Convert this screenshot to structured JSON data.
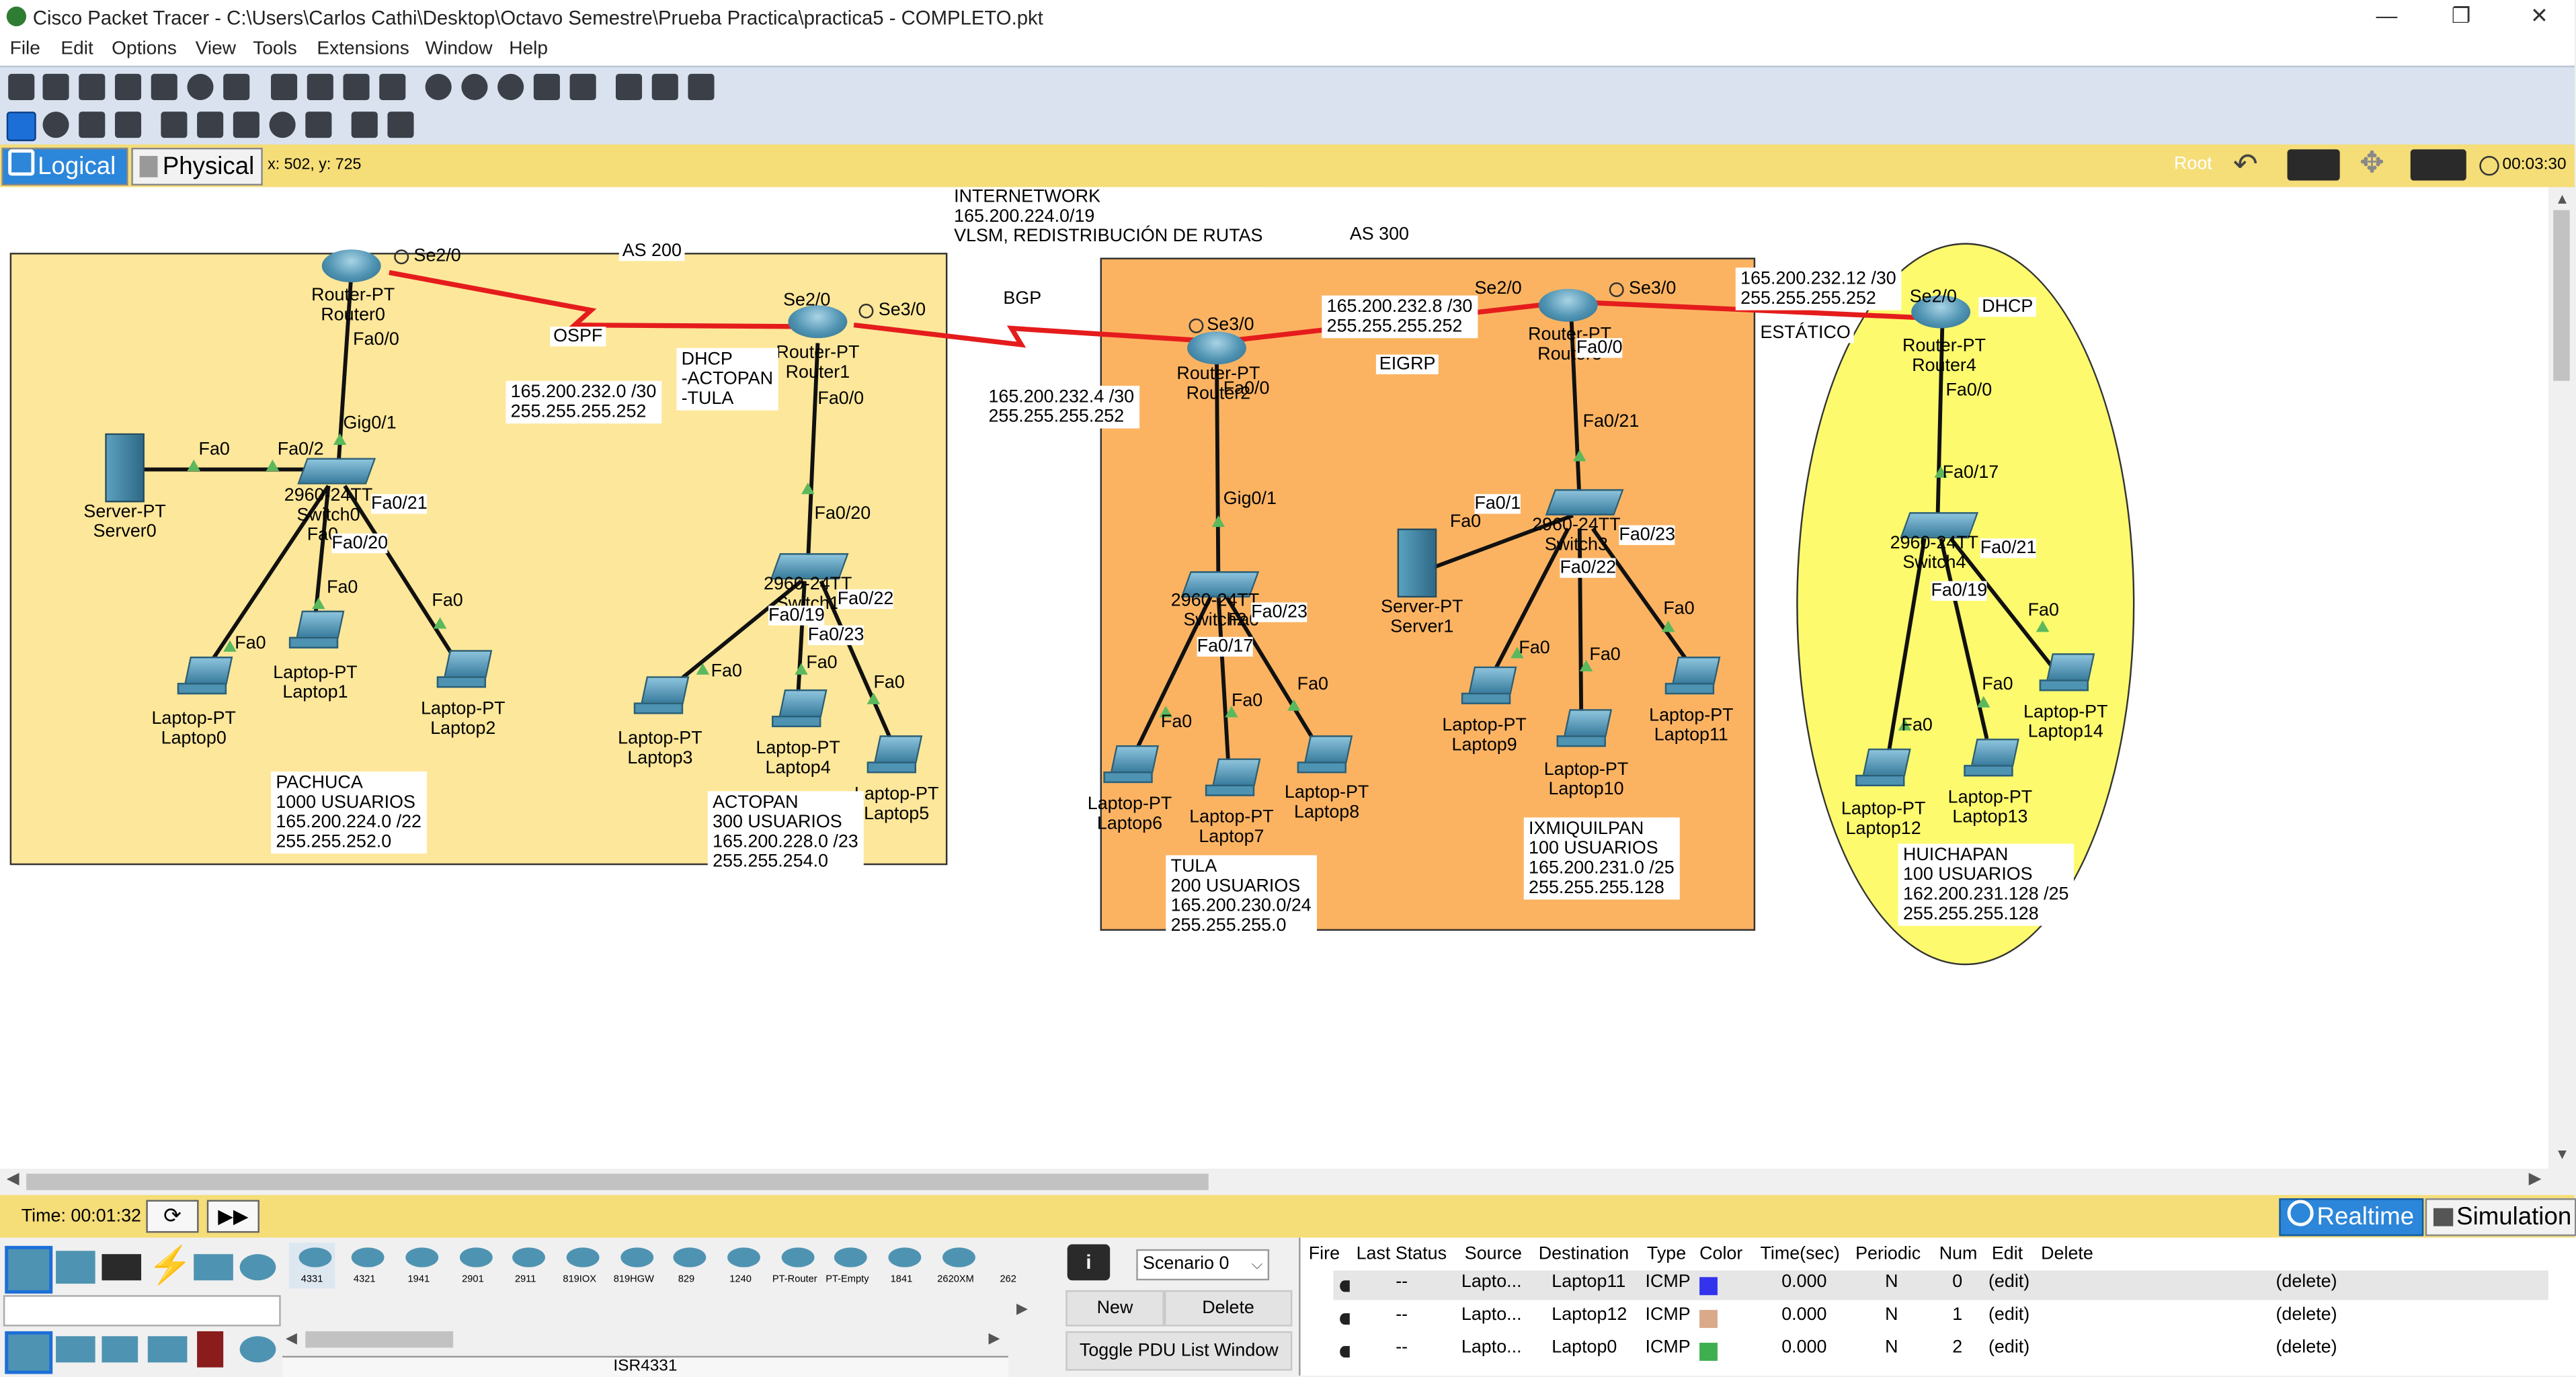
{
  "window": {
    "title": "Cisco Packet Tracer - C:\\Users\\Carlos Cathi\\Desktop\\Octavo Semestre\\Prueba Practica\\practica5 - COMPLETO.pkt",
    "minimize": "—",
    "restore": "❐",
    "close": "✕"
  },
  "menu": [
    "File",
    "Edit",
    "Options",
    "View",
    "Tools",
    "Extensions",
    "Window",
    "Help"
  ],
  "mode": {
    "logical": "Logical",
    "physical": "Physical",
    "coords": "x: 502, y: 725",
    "root": "Root",
    "clock": "00:03:30"
  },
  "areas": [
    {
      "name": "area-pachuca",
      "color": "#fde79a"
    },
    {
      "name": "area-as300",
      "color": "#fbb362"
    },
    {
      "name": "area-huichapan",
      "color": "#fdfa6e"
    }
  ],
  "notes": {
    "as200": "AS 200",
    "as300": "AS 300",
    "ospf": "OSPF",
    "bgp": "BGP",
    "eigrp": "EIGRP",
    "estatico": "ESTÁTICO",
    "dhcp_r4": "DHCP",
    "internetwork": [
      "INTERNETWORK",
      "165.200.224.0/19",
      "VLSM, REDISTRIBUCIÓN DE RUTAS"
    ],
    "dhcp_list": [
      "DHCP",
      "-ACTOPAN",
      "-TULA"
    ],
    "net_r0r1": [
      "165.200.232.0 /30",
      "255.255.255.252"
    ],
    "net_r1r2": [
      "165.200.232.4 /30",
      "255.255.255.252"
    ],
    "net_r2r3": [
      "165.200.232.8 /30",
      "255.255.255.252"
    ],
    "net_r3r4": [
      "165.200.232.12 /30",
      "255.255.255.252"
    ],
    "pachuca": [
      "PACHUCA",
      "1000 USUARIOS",
      "165.200.224.0 /22",
      "255.255.252.0"
    ],
    "actopan": [
      "ACTOPAN",
      "300 USUARIOS",
      "165.200.228.0 /23",
      "255.255.254.0"
    ],
    "tula": [
      "TULA",
      "200 USUARIOS",
      "165.200.230.0/24",
      "255.255.255.0"
    ],
    "ixmiquilpan": [
      "IXMIQUILPAN",
      "100 USUARIOS",
      "165.200.231.0 /25",
      "255.255.255.128"
    ],
    "huichapan": [
      "HUICHAPAN",
      "100 USUARIOS",
      "162.200.231.128 /25",
      "255.255.255.128"
    ]
  },
  "devices": {
    "router0": [
      "Router-PT",
      "Router0"
    ],
    "router1": [
      "Router-PT",
      "Router1"
    ],
    "router2": [
      "Router-PT",
      "Router2"
    ],
    "router3": [
      "Router-PT",
      "Router3"
    ],
    "router4": [
      "Router-PT",
      "Router4"
    ],
    "switch0": [
      "2960-24TT",
      "Switch0"
    ],
    "switch1": [
      "2960-24TT",
      "Switch1"
    ],
    "switch2": [
      "2960-24TT",
      "Switch2"
    ],
    "switch3": [
      "2960-24TT",
      "Switch3"
    ],
    "switch4": [
      "2960-24TT",
      "Switch4"
    ],
    "server0": [
      "Server-PT",
      "Server0"
    ],
    "server1": [
      "Server-PT",
      "Server1"
    ],
    "laptop0": [
      "Laptop-PT",
      "Laptop0"
    ],
    "laptop1": [
      "Laptop-PT",
      "Laptop1"
    ],
    "laptop2": [
      "Laptop-PT",
      "Laptop2"
    ],
    "laptop3": [
      "Laptop-PT",
      "Laptop3"
    ],
    "laptop4": [
      "Laptop-PT",
      "Laptop4"
    ],
    "laptop5": [
      "Laptop-PT",
      "Laptop5"
    ],
    "laptop6": [
      "Laptop-PT",
      "Laptop6"
    ],
    "laptop7": [
      "Laptop-PT",
      "Laptop7"
    ],
    "laptop8": [
      "Laptop-PT",
      "Laptop8"
    ],
    "laptop9": [
      "Laptop-PT",
      "Laptop9"
    ],
    "laptop10": [
      "Laptop-PT",
      "Laptop10"
    ],
    "laptop11": [
      "Laptop-PT",
      "Laptop11"
    ],
    "laptop12": [
      "Laptop-PT",
      "Laptop12"
    ],
    "laptop13": [
      "Laptop-PT",
      "Laptop13"
    ],
    "laptop14": [
      "Laptop-PT",
      "Laptop14"
    ]
  },
  "ports": {
    "se2_0": "Se2/0",
    "se3_0": "Se3/0",
    "fa0_0": "Fa0/0",
    "gig0_1": "Gig0/1",
    "fa0": "Fa0",
    "fa0_1": "Fa0/1",
    "fa0_2": "Fa0/2",
    "fa0_17": "Fa0/17",
    "fa0_19": "Fa0/19",
    "fa0_20": "Fa0/20",
    "fa0_21": "Fa0/21",
    "fa0_22": "Fa0/22",
    "fa0_23": "Fa0/23"
  },
  "status": {
    "time": "Time: 00:01:32",
    "realtime": "Realtime",
    "simulation": "Simulation"
  },
  "device_models": [
    "4331",
    "4321",
    "1941",
    "2901",
    "2911",
    "819IOX",
    "819HGW",
    "829",
    "1240",
    "PT-Router",
    "PT-Empty",
    "1841",
    "2620XM",
    "262"
  ],
  "device_model_selected": "ISR4331",
  "scenario": {
    "select": "Scenario 0",
    "new": "New",
    "delete": "Delete",
    "toggle": "Toggle PDU List Window",
    "info_icon": "i"
  },
  "pdu_table": {
    "columns": [
      "Fire",
      "Last Status",
      "Source",
      "Destination",
      "Type",
      "Color",
      "Time(sec)",
      "Periodic",
      "Num",
      "Edit",
      "Delete"
    ],
    "rows": [
      {
        "last": "--",
        "source": "Lapto...",
        "dest": "Laptop11",
        "type": "ICMP",
        "color": "#3333ee",
        "time": "0.000",
        "periodic": "N",
        "num": "0",
        "edit": "(edit)",
        "delete": "(delete)"
      },
      {
        "last": "--",
        "source": "Lapto...",
        "dest": "Laptop12",
        "type": "ICMP",
        "color": "#d9a98a",
        "time": "0.000",
        "periodic": "N",
        "num": "1",
        "edit": "(edit)",
        "delete": "(delete)"
      },
      {
        "last": "--",
        "source": "Lapto...",
        "dest": "Laptop0",
        "type": "ICMP",
        "color": "#3fae4f",
        "time": "0.000",
        "periodic": "N",
        "num": "2",
        "edit": "(edit)",
        "delete": "(delete)"
      }
    ]
  }
}
